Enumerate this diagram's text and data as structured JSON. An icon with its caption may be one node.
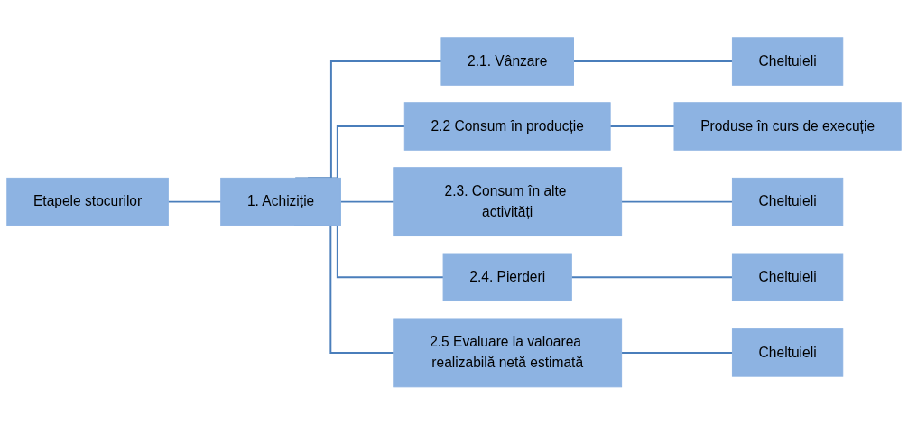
{
  "diagram": {
    "nodes": [
      {
        "text": [
          "Etapele stocurilor"
        ]
      },
      {
        "text": [
          "1. Achiziție"
        ]
      },
      {
        "text": [
          "2.1. Vânzare"
        ]
      },
      {
        "text": [
          "Cheltuieli"
        ]
      },
      {
        "text": [
          "2.2 Consum în producție"
        ]
      },
      {
        "text": [
          "Produse în curs de execuție"
        ]
      },
      {
        "text": [
          "2.3. Consum în alte activități"
        ]
      },
      {
        "text": [
          "Cheltuieli"
        ]
      },
      {
        "text": [
          "2.4. Pierderi"
        ]
      },
      {
        "text": [
          "Cheltuieli"
        ]
      },
      {
        "text": [
          "2.5 Evaluare la valoarea realizabilă netă estimată"
        ]
      },
      {
        "text": [
          "Cheltuieli"
        ]
      }
    ],
    "edges": [
      {
        "from": 0,
        "to": 1,
        "arrow": "none"
      },
      {
        "from": 1,
        "to": 2,
        "arrow": "none"
      },
      {
        "from": 1,
        "to": 4,
        "arrow": "none"
      },
      {
        "from": 1,
        "to": 6,
        "arrow": "none"
      },
      {
        "from": 1,
        "to": 8,
        "arrow": "none"
      },
      {
        "from": 1,
        "to": 10,
        "arrow": "none"
      },
      {
        "from": 2,
        "to": 3,
        "arrow": "none"
      },
      {
        "from": 4,
        "to": 5,
        "arrow": "none"
      },
      {
        "from": 6,
        "to": 7,
        "arrow": "none"
      },
      {
        "from": 8,
        "to": 9,
        "arrow": "none"
      },
      {
        "from": 10,
        "to": 11,
        "arrow": "none"
      }
    ]
  }
}
